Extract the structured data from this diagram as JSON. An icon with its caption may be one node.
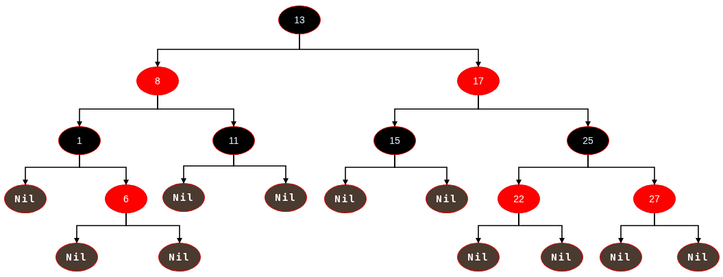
{
  "diagram": {
    "nodes": [
      {
        "text": [
          "13"
        ]
      },
      {
        "text": [
          "8"
        ]
      },
      {
        "text": [
          "17"
        ]
      },
      {
        "text": [
          "1"
        ]
      },
      {
        "text": [
          "11"
        ]
      },
      {
        "text": [
          "15"
        ]
      },
      {
        "text": [
          "25"
        ]
      },
      {
        "text": [
          "Nil"
        ]
      },
      {
        "text": [
          "6"
        ]
      },
      {
        "text": [
          "Nil"
        ]
      },
      {
        "text": [
          "Nil"
        ]
      },
      {
        "text": [
          "Nil"
        ]
      },
      {
        "text": [
          "Nil"
        ]
      },
      {
        "text": [
          "22"
        ]
      },
      {
        "text": [
          "27"
        ]
      },
      {
        "text": [
          "Nil"
        ]
      },
      {
        "text": [
          "Nil"
        ]
      },
      {
        "text": [
          "Nil"
        ]
      },
      {
        "text": [
          "Nil"
        ]
      },
      {
        "text": [
          "Nil"
        ]
      },
      {
        "text": [
          "Nil"
        ]
      }
    ],
    "edges": [
      {
        "from": 0,
        "to": 1,
        "arrow": "to"
      },
      {
        "from": 0,
        "to": 2,
        "arrow": "to"
      },
      {
        "from": 1,
        "to": 3,
        "arrow": "to"
      },
      {
        "from": 1,
        "to": 4,
        "arrow": "to"
      },
      {
        "from": 2,
        "to": 5,
        "arrow": "to"
      },
      {
        "from": 2,
        "to": 6,
        "arrow": "to"
      },
      {
        "from": 3,
        "to": 7,
        "arrow": "to"
      },
      {
        "from": 3,
        "to": 8,
        "arrow": "to"
      },
      {
        "from": 4,
        "to": 9,
        "arrow": "to"
      },
      {
        "from": 4,
        "to": 10,
        "arrow": "to"
      },
      {
        "from": 5,
        "to": 11,
        "arrow": "to"
      },
      {
        "from": 5,
        "to": 12,
        "arrow": "to"
      },
      {
        "from": 6,
        "to": 13,
        "arrow": "to"
      },
      {
        "from": 6,
        "to": 14,
        "arrow": "to"
      },
      {
        "from": 8,
        "to": 15,
        "arrow": "to"
      },
      {
        "from": 8,
        "to": 16,
        "arrow": "to"
      },
      {
        "from": 13,
        "to": 17,
        "arrow": "to"
      },
      {
        "from": 13,
        "to": 18,
        "arrow": "to"
      },
      {
        "from": 14,
        "to": 19,
        "arrow": "to"
      },
      {
        "from": 14,
        "to": 20,
        "arrow": "to"
      }
    ]
  }
}
